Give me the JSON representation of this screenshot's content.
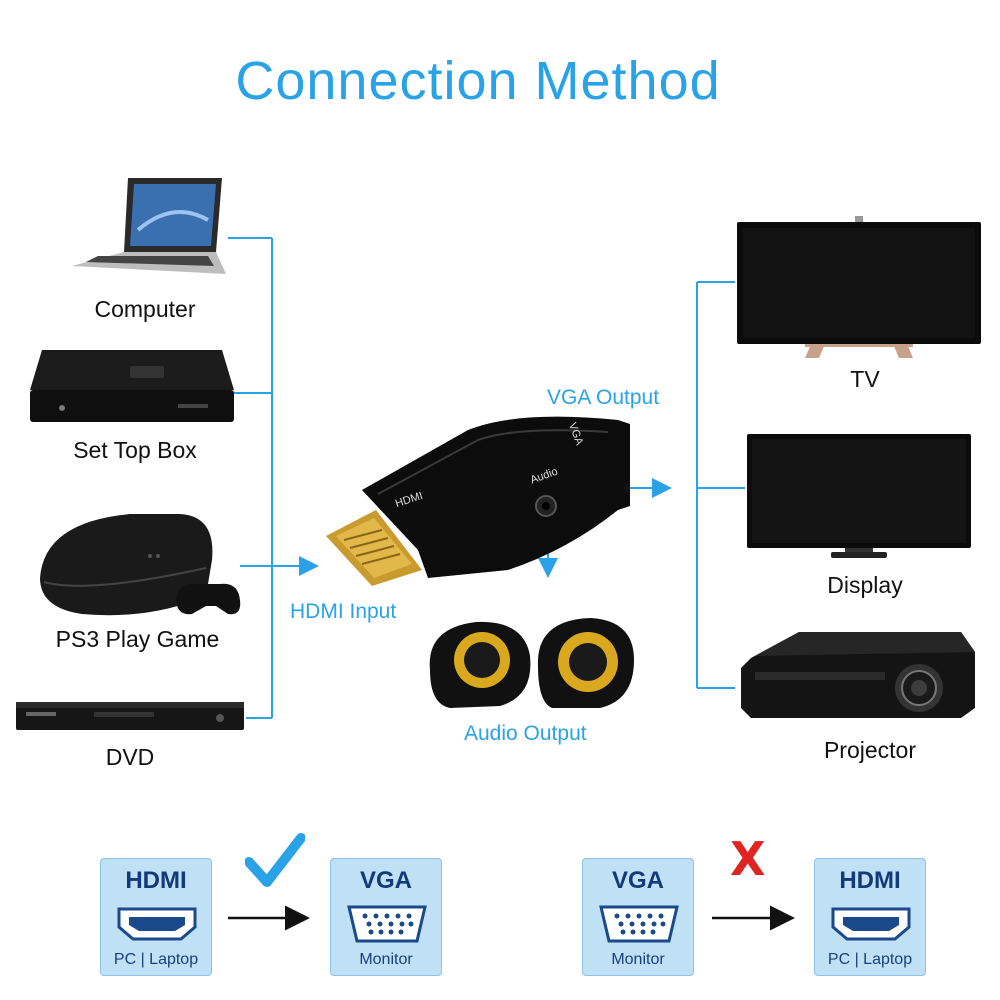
{
  "title": "Connection Method",
  "sources": [
    {
      "label": "Computer",
      "icon": "laptop-icon"
    },
    {
      "label": "Set Top Box",
      "icon": "set-top-box-icon"
    },
    {
      "label": "PS3 Play Game",
      "icon": "game-console-icon"
    },
    {
      "label": "DVD",
      "icon": "dvd-player-icon"
    }
  ],
  "outputs": [
    {
      "label": "TV",
      "icon": "tv-icon"
    },
    {
      "label": "Display",
      "icon": "monitor-icon"
    },
    {
      "label": "Projector",
      "icon": "projector-icon"
    }
  ],
  "adapter": {
    "hdmi_input": "HDMI Input",
    "vga_output": "VGA Output",
    "audio_output": "Audio Output",
    "port_hdmi": "HDMI",
    "port_vga": "VGA",
    "port_audio": "Audio"
  },
  "compatibility": {
    "supported": {
      "mark": "check-icon",
      "from": {
        "top": "HDMI",
        "bottom": "PC | Laptop"
      },
      "to": {
        "top": "VGA",
        "bottom": "Monitor"
      }
    },
    "unsupported": {
      "mark": "X",
      "from": {
        "top": "VGA",
        "bottom": "Monitor"
      },
      "to": {
        "top": "HDMI",
        "bottom": "PC | Laptop"
      }
    }
  },
  "colors": {
    "accent": "#2aa2e8",
    "card_bg": "#bfe0f5",
    "card_text": "#123a7a",
    "error": "#e02424"
  }
}
